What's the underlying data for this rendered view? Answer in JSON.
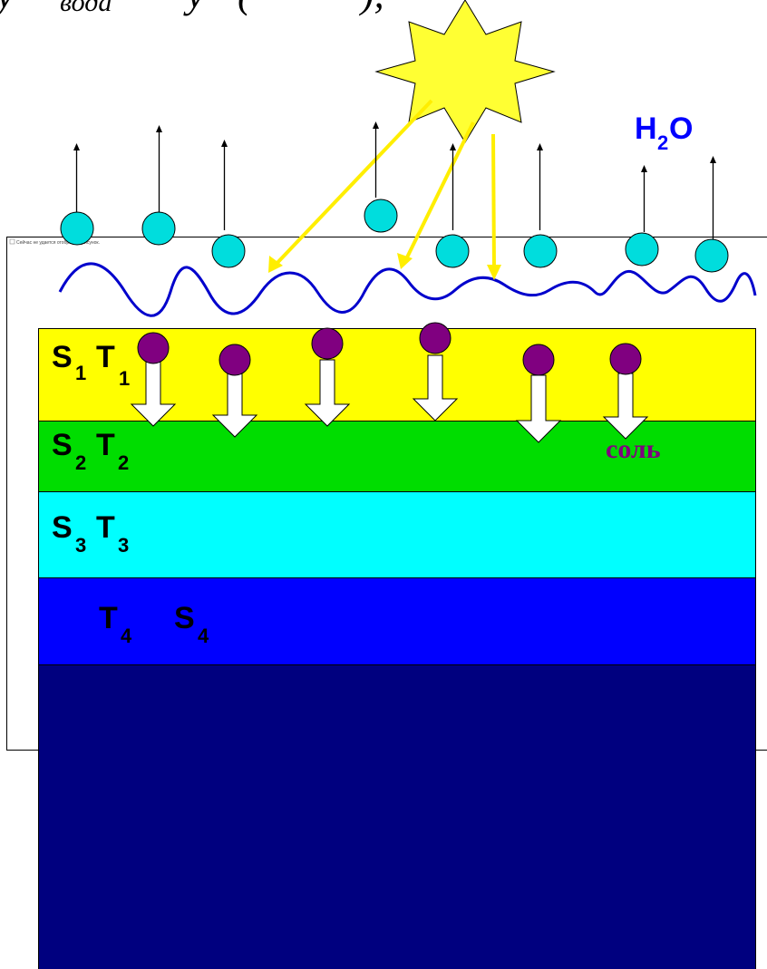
{
  "formula_fragment": {
    "main": "у",
    "sub": "вода",
    "rest": "у",
    "paren": "(",
    "comma": "),"
  },
  "water_label": {
    "main": "H",
    "sub": "2",
    "tail": "O"
  },
  "salt_label": "соль",
  "broken_image_caption": "Сейчас не удается отобразить рисунок.",
  "layers": [
    {
      "s": "S",
      "s_sub": "1",
      "t": "T",
      "t_sub": "1"
    },
    {
      "s": "S",
      "s_sub": "2",
      "t": "T",
      "t_sub": "2"
    },
    {
      "s": "S",
      "s_sub": "3",
      "t": "T",
      "t_sub": "3"
    },
    {
      "s": "S",
      "s_sub": "4",
      "t": "T",
      "t_sub": "4"
    },
    {}
  ],
  "colors": {
    "layer_1": "#ffff00",
    "layer_2": "#00dd00",
    "layer_3": "#00ffff",
    "layer_4": "#0000ff",
    "layer_5": "#00007f",
    "water_molecule": "#00dddd",
    "salt_particle": "#800080",
    "sun": "#ffff33",
    "sun_ray": "#ffee00",
    "wave": "#0000cc",
    "water_label": "#0000ff",
    "salt_label": "#800080"
  },
  "icons": {
    "sun": "star-sun-icon",
    "water_molecule": "circle-molecule-icon",
    "salt_particle": "circle-particle-icon",
    "evaporation_arrow": "arrow-up-icon",
    "sinking_arrow": "block-arrow-down-icon"
  }
}
